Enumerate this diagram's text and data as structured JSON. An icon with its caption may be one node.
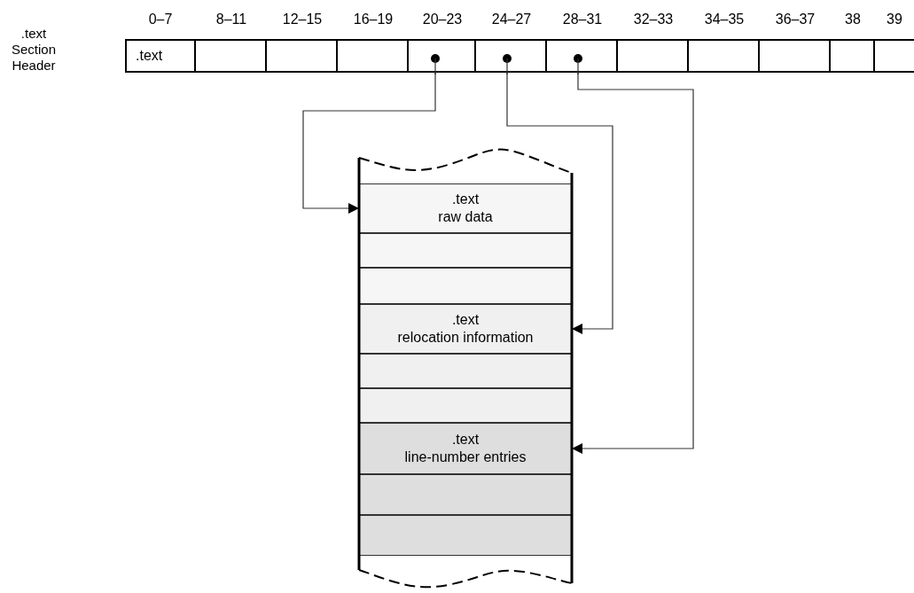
{
  "diagram": {
    "nodes": [
      {
        "text": [
          ".text"
        ]
      },
      {
        "text": [],
        "shape": "box"
      },
      {
        "text": [],
        "shape": "box"
      },
      {
        "text": [],
        "shape": "box"
      },
      {
        "text": [],
        "shape": "box"
      },
      {
        "text": [],
        "shape": "box"
      },
      {
        "text": [],
        "shape": "box"
      },
      {
        "text": [],
        "shape": "box"
      },
      {
        "text": [],
        "shape": "box"
      },
      {
        "text": [],
        "shape": "box"
      },
      {
        "text": [],
        "shape": "box"
      },
      {
        "text": [],
        "shape": "box"
      },
      {
        "text": [],
        "shape": "box"
      },
      {
        "text": [
          ".text",
          "raw data"
        ],
        "in": 12
      },
      {
        "text": [],
        "shape": "box",
        "in": 12
      },
      {
        "text": [],
        "shape": "box",
        "in": 12
      },
      {
        "text": [
          ".text",
          "relocation information"
        ],
        "in": 12
      },
      {
        "text": [],
        "shape": "box",
        "in": 12
      },
      {
        "text": [],
        "shape": "box",
        "in": 12
      },
      {
        "text": [
          ".text",
          "line-number entries"
        ],
        "in": 12
      },
      {
        "text": [],
        "shape": "box",
        "in": 12
      },
      {
        "text": [],
        "shape": "box",
        "in": 12
      }
    ],
    "edges": [
      {
        "from": 4,
        "to": 13,
        "arrow": "to"
      },
      {
        "from": 5,
        "to": 16,
        "arrow": "to"
      },
      {
        "from": 6,
        "to": 19,
        "arrow": "to"
      }
    ],
    "labels": [
      ".text Section Header",
      "0–7",
      "8–11",
      "12–15",
      "16–19",
      "20–23",
      "24–27",
      "28–31",
      "32–33",
      "34–35",
      "36–37",
      "38",
      "39"
    ]
  }
}
